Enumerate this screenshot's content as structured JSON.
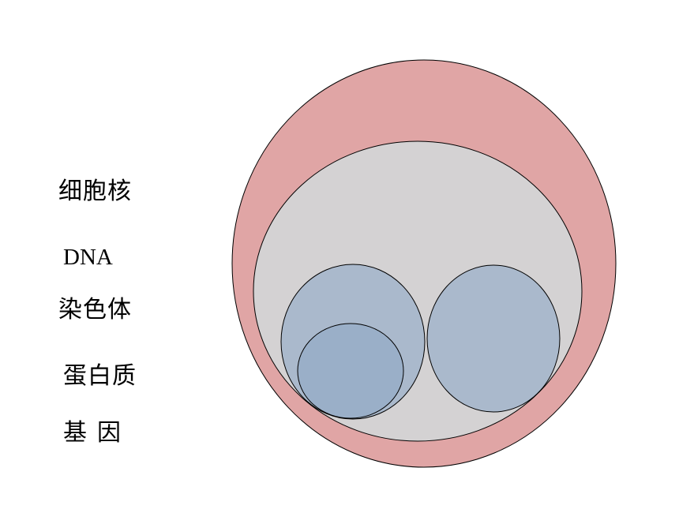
{
  "labels": {
    "nucleus": "细胞核",
    "dna": "DNA",
    "chromosome": "染色体",
    "protein": "蛋白质",
    "gene_part1": "基",
    "gene_part2": "因"
  },
  "colors": {
    "outer_fill": "#e0a5a5",
    "middle_fill": "#d4d2d3",
    "inner_fill": "#aab9cc",
    "innermost_fill": "#9aafc8",
    "stroke": "#000000",
    "text": "#000000",
    "background": "#ffffff"
  }
}
